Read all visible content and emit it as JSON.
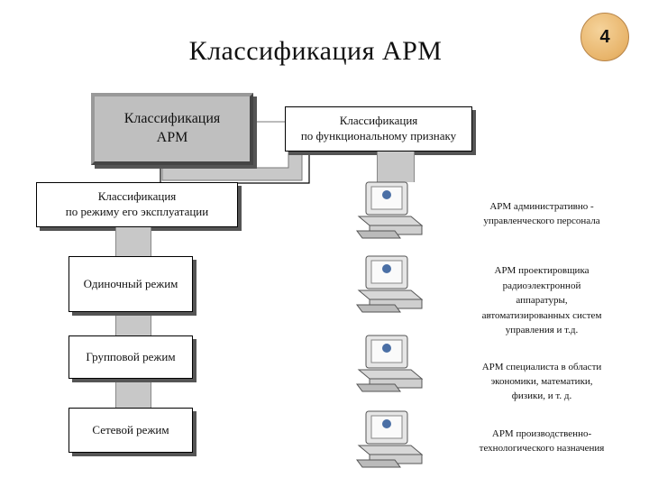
{
  "title": "Классификация АРМ",
  "slide_number": "4",
  "root": {
    "line1": "Классификация",
    "line2": "АРМ"
  },
  "functional": {
    "line1": "Классификация",
    "line2": "по функциональному признаку"
  },
  "exploitation": {
    "line1": "Классификация",
    "line2": "по режиму его эксплуатации"
  },
  "modes": [
    "Одиночный режим",
    "Групповой режим",
    "Сетевой режим"
  ],
  "functional_items": [
    [
      "АРМ административно -",
      "управленческого персонала"
    ],
    [
      "АРМ   проектировщика",
      "радиоэлектронной",
      "аппаратуры,",
      "автоматизированных систем",
      "управления и т.д."
    ],
    [
      "АРМ специалиста в области",
      "экономики, математики,",
      "физики, и т. д."
    ],
    [
      "АРМ производственно-",
      "технологического назначения"
    ]
  ],
  "icons": [
    "computer-icon",
    "computer-icon",
    "computer-icon",
    "computer-icon"
  ],
  "colors": {
    "connector": "#c8c8c8",
    "root_fill": "#bfbfbf",
    "badge": "#e8b46a"
  }
}
